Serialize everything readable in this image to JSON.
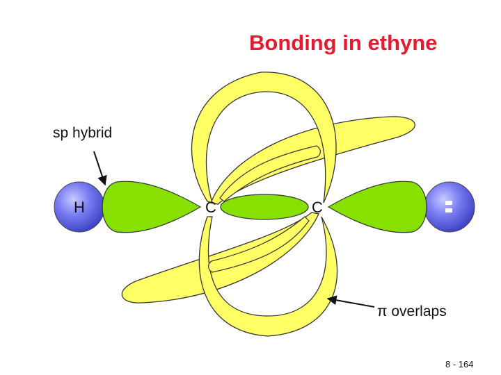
{
  "title": "Bonding in ethyne",
  "labels": {
    "sp_hybrid": "sp hybrid",
    "pi_symbol": "π",
    "pi_overlaps": " overlaps"
  },
  "atoms": {
    "hydrogen": "H",
    "carbon_left": "C",
    "carbon_right": "C"
  },
  "page_number": "8 - 164",
  "colors": {
    "title": "#e31b2f",
    "p_orbital": "#ffff66",
    "sp_orbital": "#88e000",
    "atom_sphere": "#6f73f0",
    "outline": "#333333"
  }
}
